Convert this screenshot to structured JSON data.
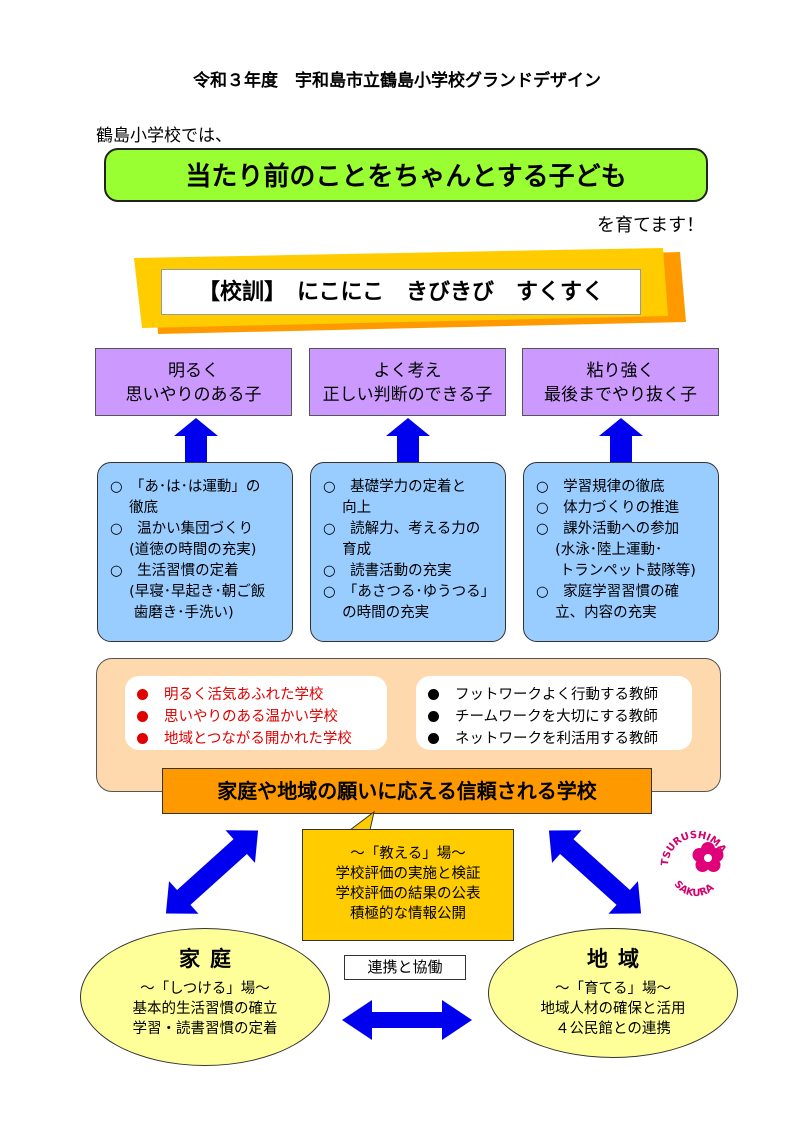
{
  "title": "令和３年度　宇和島市立鶴島小学校グランドデザイン",
  "intro": "鶴島小学校では、",
  "motto": "当たり前のことをちゃんとする子ども",
  "raise": "を育てます！",
  "kokun": "【校訓】　にこにこ　きびきび　すくすく",
  "goals": [
    {
      "line1": "明るく",
      "line2": "思いやりのある子"
    },
    {
      "line1": "よく考え",
      "line2": "正しい判断のできる子"
    },
    {
      "line1": "粘り強く",
      "line2": "最後までやり抜く子"
    }
  ],
  "strategies": [
    [
      "○　「あ･は･は運動」の",
      "　 徹底",
      "○　温かい集団づくり",
      "　 (道徳の時間の充実)",
      "○　生活習慣の定着",
      "　 (早寝･早起き･朝ご飯",
      "　  歯磨き･手洗い)"
    ],
    [
      "○　基礎学力の定着と",
      "　 向上",
      "○　読解力、考える力の",
      "　 育成",
      "○　読書活動の充実",
      "○　「あさつる･ゆうつる」",
      "　 の時間の充実"
    ],
    [
      "○　学習規律の徹底",
      "○　体力づくりの推進",
      "○　課外活動への参加",
      "　 (水泳･陸上運動･",
      "　  トランペット鼓隊等)",
      "○　家庭学習習慣の確",
      "　 立、内容の充実"
    ]
  ],
  "school_goals": [
    "明るく活気あふれた学校",
    "思いやりのある温かい学校",
    "地域とつながる開かれた学校"
  ],
  "teacher_goals": [
    "フットワークよく行動する教師",
    "チームワークを大切にする教師",
    "ネットワークを利活用する教師"
  ],
  "trust": "家庭や地域の願いに応える信頼される学校",
  "teach": {
    "heading": "～「教える」場～",
    "lines": [
      "学校評価の実施と検証",
      "学校評価の結果の公表",
      "積極的な情報公開"
    ]
  },
  "home": {
    "title": "家庭",
    "heading": "～「しつける」場～",
    "lines": [
      "基本的生活習慣の確立",
      "学習・読書習慣の定着"
    ]
  },
  "area": {
    "title": "地域",
    "heading": "～「育てる」場～",
    "lines": [
      "地域人材の確保と活用",
      "４公民館との連携"
    ]
  },
  "coop": "連携と協働",
  "logo": {
    "top": "TSURUSHIMA",
    "bottom": "SAKURA"
  },
  "colors": {
    "motto": "#99ff33",
    "goal": "#cc99ff",
    "strategy": "#99ccff",
    "panel": "#fdd9ad",
    "trust": "#ff9900",
    "teach": "#ffcc00",
    "ellipse": "#ffff99",
    "arrow": "#0000ee",
    "red": "#e00000"
  }
}
